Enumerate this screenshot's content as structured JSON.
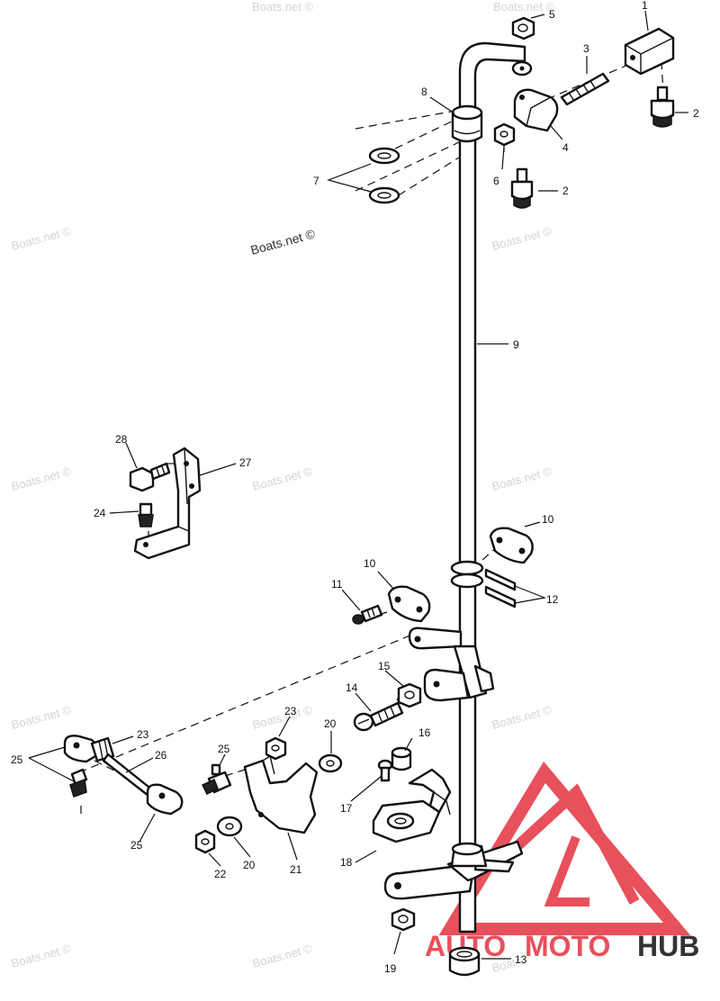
{
  "watermarks": {
    "main": "Boats.net ©",
    "repeat": "Boats.net ©",
    "partial": "Boats"
  },
  "logo": {
    "word_a": "AUTO",
    "word_b": "MOTO",
    "word_c": "HUB",
    "colors": {
      "primary": "#e8505b",
      "secondary": "#333333"
    }
  },
  "callouts": {
    "c1": "1",
    "c2a": "2",
    "c2b": "2",
    "c3": "3",
    "c4": "4",
    "c5": "5",
    "c6": "6",
    "c7": "7",
    "c8": "8",
    "c9": "9",
    "c10a": "10",
    "c10b": "10",
    "c11": "11",
    "c12": "12",
    "c13": "13",
    "c14": "14",
    "c15": "15",
    "c16": "16",
    "c17": "17",
    "c18": "18",
    "c19": "19",
    "c20a": "20",
    "c20b": "20",
    "c21": "21",
    "c22": "22",
    "c23a": "23",
    "c23b": "23",
    "c24": "24",
    "c25a": "25",
    "c25b": "25",
    "c25c": "25",
    "c26": "26",
    "c27": "27",
    "c28": "28"
  }
}
